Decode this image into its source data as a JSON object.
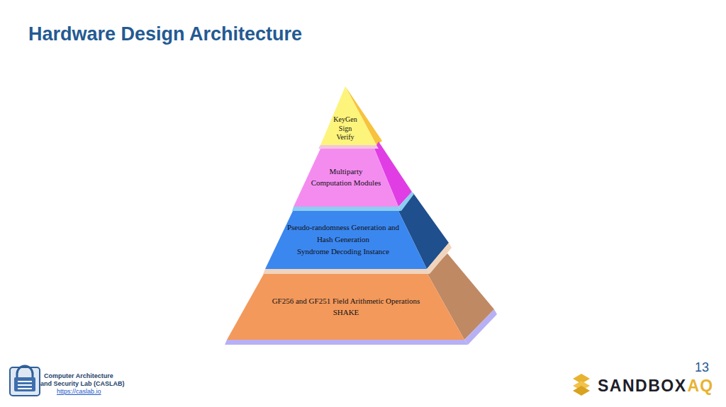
{
  "diagram": {
    "title": "Hardware Design Architecture",
    "nodes": [
      {
        "text": [
          "KeyGen",
          "Sign",
          "Verify"
        ]
      },
      {
        "text": [
          "Multiparty Computation Modules"
        ]
      },
      {
        "text": [
          "Pseudo-randomness Generation and Hash Generation",
          "Syndrome Decoding Instance"
        ]
      },
      {
        "text": [
          "GF256 and GF251 Field Arithmetic Operations",
          "SHAKE"
        ]
      }
    ],
    "labels": [
      "13",
      "Computer Architecture",
      "and Security Lab (CASLAB)",
      "https://caslab.io",
      "SANDBOX",
      "AQ"
    ]
  }
}
